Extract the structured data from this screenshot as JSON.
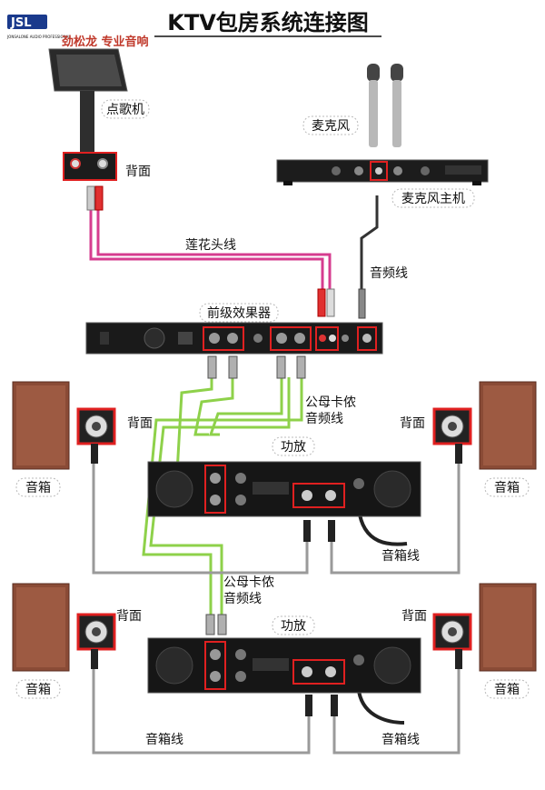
{
  "title": "KTV包房系统连接图",
  "logo": {
    "brand": "JSL",
    "sub": "JONSALONE AUDIO PROFESSIONAL",
    "chinese_text": "劲松龙 专业音响",
    "english_text": "Audio"
  },
  "labels": {
    "karaoke": "点歌机",
    "karaoke_back": "背面",
    "mic": "麦克风",
    "mic_host": "麦克风主机",
    "rca_cable": "莲花头线",
    "audio_cable": "音频线",
    "preamp": "前级效果器",
    "xlr_cable": "公母卡侬\n音频线",
    "amp": "功放",
    "speaker_back": "背面",
    "speaker": "音箱",
    "speaker_cable": "音箱线"
  },
  "colors": {
    "rca_cable": "#d63c8f",
    "xlr_cable": "#8ed14a",
    "speaker_cable": "#9a9a9a",
    "audio_cable": "#333333",
    "highlight": "#e02020",
    "speaker_wood": "#8a4b36",
    "device": "#161616"
  }
}
